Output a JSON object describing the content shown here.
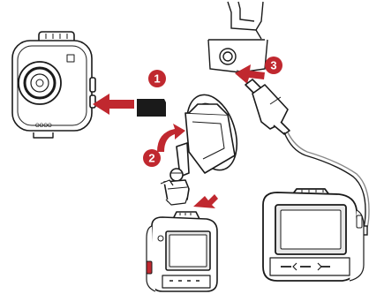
{
  "steps": [
    {
      "number": "1"
    },
    {
      "number": "2"
    },
    {
      "number": "3"
    }
  ],
  "colors": {
    "badge": "#c0282f",
    "arrow": "#c0282f",
    "line": "#1a1a1a",
    "cable": "#8a8a8a",
    "screen": "#e9e9e9"
  },
  "icons": [
    "dashcam-front-icon",
    "sd-card-icon",
    "suction-mount-icon",
    "rotate-arrow-icon",
    "car-charger-icon",
    "dashcam-back-icon",
    "cigarette-socket-icon"
  ]
}
